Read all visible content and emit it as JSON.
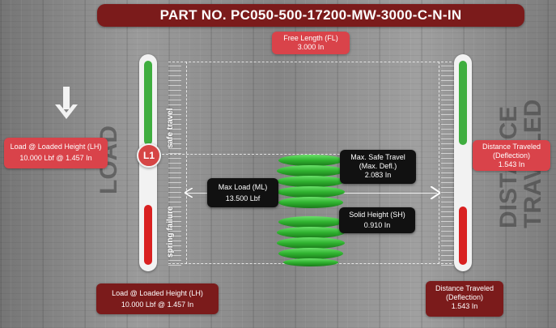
{
  "title": "PART NO. PC050-500-17200-MW-3000-C-N-IN",
  "free_length": {
    "label": "Free Length (FL)",
    "value": "3.000 In"
  },
  "load_loaded_height_top": {
    "label": "Load @ Loaded Height (LH)",
    "value": "10.000 Lbf @ 1.457 In"
  },
  "load_loaded_height_bottom": {
    "label": "Load @ Loaded Height (LH)",
    "value": "10.000 Lbf @ 1.457 In"
  },
  "distance_traveled_top": {
    "label": "Distance Traveled",
    "sub": "(Deflection)",
    "value": "1.543 In"
  },
  "distance_traveled_bottom": {
    "label": "Distance Traveled",
    "sub": "(Deflection)",
    "value": "1.543 In"
  },
  "max_load": {
    "label": "Max Load (ML)",
    "value": "13.500 Lbf"
  },
  "max_safe_travel": {
    "label": "Max. Safe Travel",
    "sub": "(Max. Defl.)",
    "value": "2.083 In"
  },
  "solid_height": {
    "label": "Solid Height (SH)",
    "value": "0.910 In"
  },
  "marker": "L1",
  "safe_travel_label": "safe travel",
  "spring_failure_label": "spring failure",
  "watermark_load": "LOAD",
  "watermark_distance_1": "DISTANCE",
  "watermark_distance_2": "TRAVELED",
  "icons": {
    "down": "arrow-down-icon"
  },
  "colors": {
    "accent_red": "#d9434a",
    "dark_red": "#7b1b1b",
    "gauge_green": "#3fae3f",
    "gauge_red": "#d92020",
    "spring_green": "#2fb22f"
  }
}
